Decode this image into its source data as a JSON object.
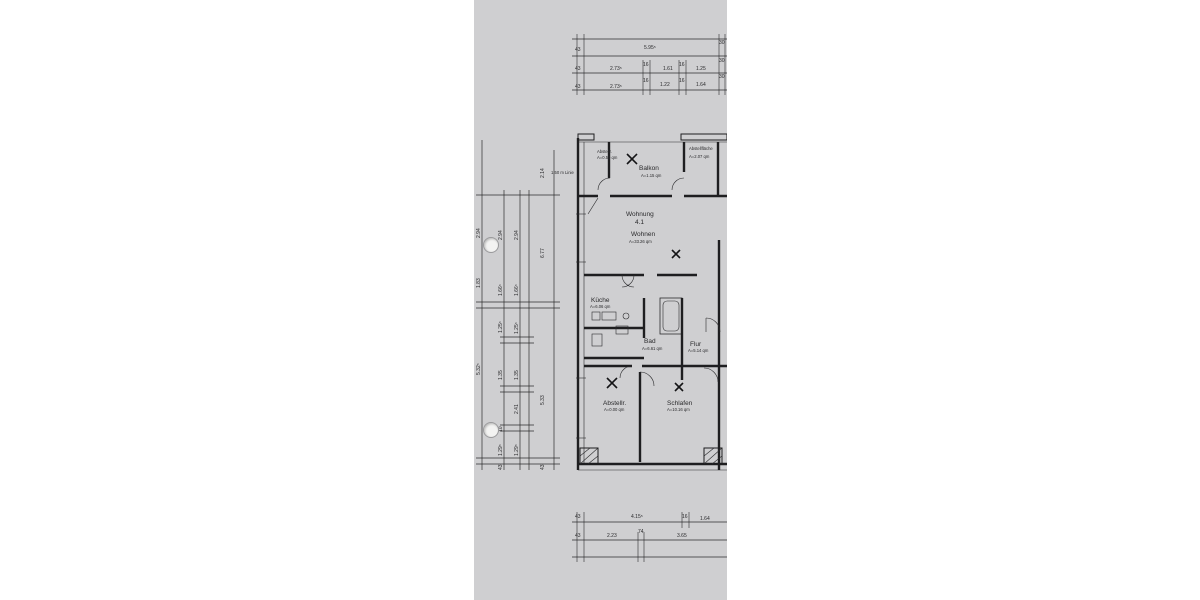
{
  "dimensions": {
    "top_row1": {
      "end": "43",
      "main": "5.95⁵",
      "right": "30"
    },
    "top_row2": {
      "end": "43",
      "a": "2.73⁵",
      "b": "16",
      "c": "1.61",
      "d": "16",
      "e": "1.25",
      "right": "30"
    },
    "top_row3": {
      "end": "43",
      "a": "2.73⁵",
      "b": "16",
      "c": "1.22",
      "d": "16",
      "e": "1.64",
      "right": "30"
    },
    "bottom_row1": {
      "end": "43",
      "a": "4.15⁵",
      "b": "16",
      "c": "1.64"
    },
    "bottom_row2": {
      "end": "43",
      "a": "2.23",
      "b": "74",
      "c": "3.65"
    },
    "left_outer": [
      "5.32⁵",
      "1.83",
      "2.94"
    ],
    "left_col2": [
      "1.29⁵",
      "1.35",
      "1.25⁵",
      "1.66⁵",
      "2.94",
      "10",
      "43"
    ],
    "left_col3": [
      "1.29⁵",
      "1.25⁵",
      "2.41",
      "1.35",
      "1.66⁵",
      "2.94"
    ],
    "left_col4": [
      "5.33",
      "6.77",
      "2.14",
      "43"
    ],
    "left_misc": [
      "1.50 m Linie"
    ]
  },
  "rooms": {
    "abstell_top": {
      "name": "Abstellr.",
      "area": "A=0.50 qm"
    },
    "balkon": {
      "name": "Balkon",
      "area": "A=1.15 qm"
    },
    "abstell_flaeche": {
      "name": "Abstellfläche",
      "area": "A=2.07 qm"
    },
    "wohnung": {
      "name": "Wohnung",
      "number": "4.1"
    },
    "wohnen": {
      "name": "Wohnen",
      "area": "A=33.26 qm"
    },
    "kueche": {
      "name": "Küche",
      "area": "A=6.06 qm"
    },
    "bad": {
      "name": "Bad",
      "area": "A=6.61 qm"
    },
    "flur": {
      "name": "Flur",
      "area": "A=5.14 qm"
    },
    "abstellr": {
      "name": "Abstellr.",
      "area": "A=0.00 qm"
    },
    "schlafen": {
      "name": "Schlafen",
      "area": "A=10.16 qm"
    }
  },
  "colors": {
    "paper": "#cfcfd1",
    "ink": "#2b2b2d",
    "background": "#ffffff"
  }
}
